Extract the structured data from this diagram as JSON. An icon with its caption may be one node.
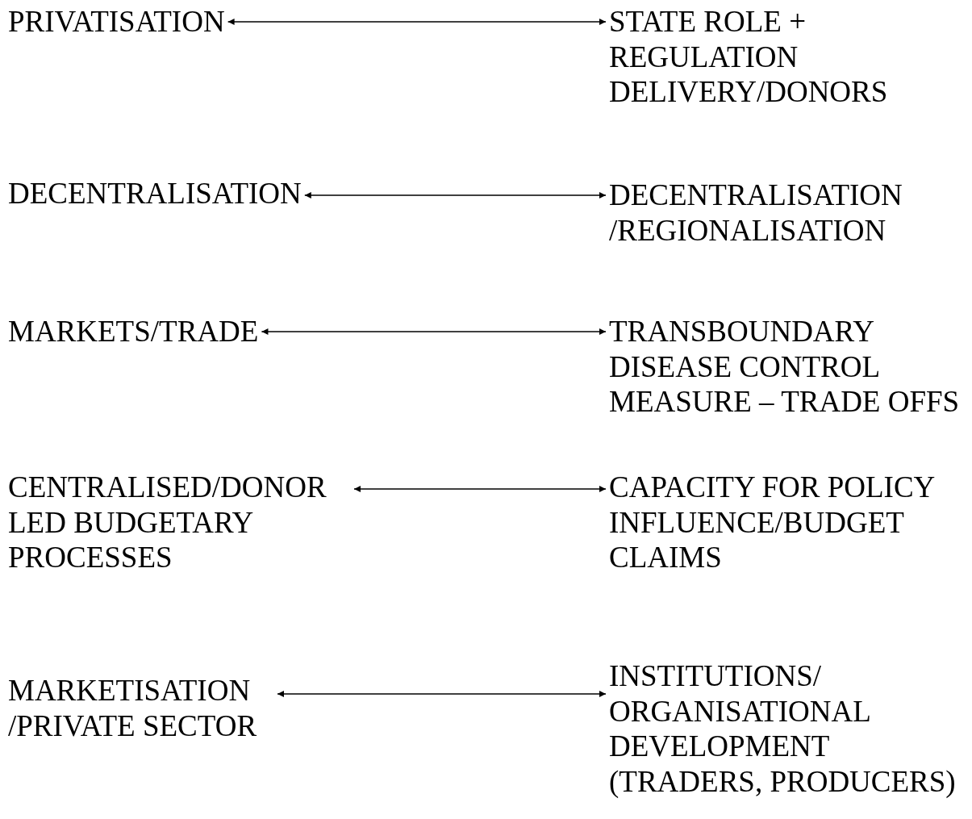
{
  "diagram": {
    "nodes": [
      {
        "text": [
          "PRIVATISATION"
        ]
      },
      {
        "text": [
          "STATE ROLE + REGULATION DELIVERY/DONORS"
        ]
      },
      {
        "text": [
          "DECENTRALISATION"
        ]
      },
      {
        "text": [
          "DECENTRALISATION /REGIONALISATION"
        ]
      },
      {
        "text": [
          "MARKETS/TRADE"
        ]
      },
      {
        "text": [
          "TRANSBOUNDARY DISEASE CONTROL MEASURE – TRADE OFFS"
        ]
      },
      {
        "text": [
          "CENTRALISED/DONOR LED BUDGETARY PROCESSES"
        ]
      },
      {
        "text": [
          "CAPACITY FOR POLICY INFLUENCE/BUDGET CLAIMS"
        ]
      },
      {
        "text": [
          "MARKETISATION /PRIVATE SECTOR"
        ]
      },
      {
        "text": [
          "INSTITUTIONS/ ORGANISATIONAL DEVELOPMENT (TRADERS, PRODUCERS)"
        ]
      }
    ],
    "edges": [
      {
        "from": 0,
        "to": 1,
        "arrow": "both"
      },
      {
        "from": 2,
        "to": 3,
        "arrow": "both"
      },
      {
        "from": 4,
        "to": 5,
        "arrow": "both"
      },
      {
        "from": 6,
        "to": 7,
        "arrow": "both"
      },
      {
        "from": 8,
        "to": 9,
        "arrow": "both"
      }
    ]
  }
}
